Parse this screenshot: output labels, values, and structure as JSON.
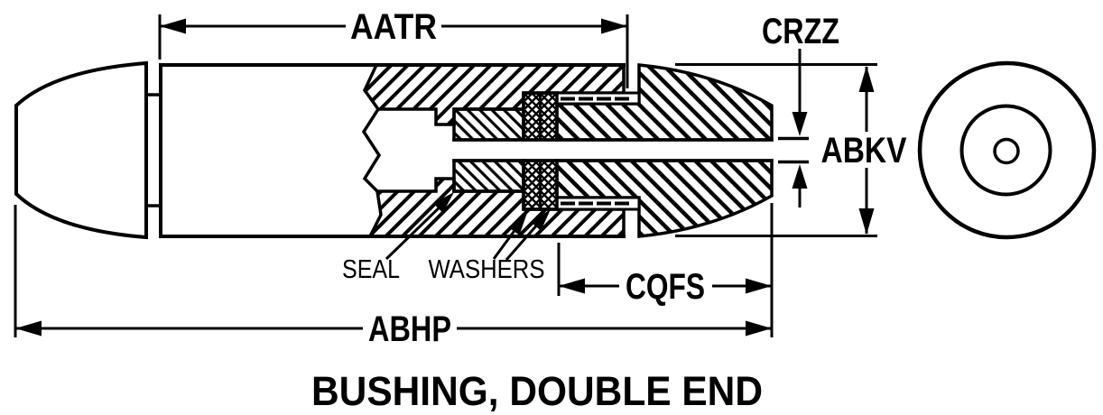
{
  "title": "BUSHING, DOUBLE END",
  "drawing_type_note": "black-and-white engineering cross-section drawing with end view",
  "colors": {
    "line": "#000000",
    "background": "#ffffff"
  },
  "dimensions": {
    "aatr": {
      "label": "AATR"
    },
    "crzz": {
      "label": "CRZZ"
    },
    "abkv": {
      "label": "ABKV"
    },
    "cqfs": {
      "label": "CQFS"
    },
    "abhp": {
      "label": "ABHP"
    }
  },
  "callouts": {
    "seal": {
      "label": "SEAL"
    },
    "washers": {
      "label": "WASHERS"
    }
  }
}
